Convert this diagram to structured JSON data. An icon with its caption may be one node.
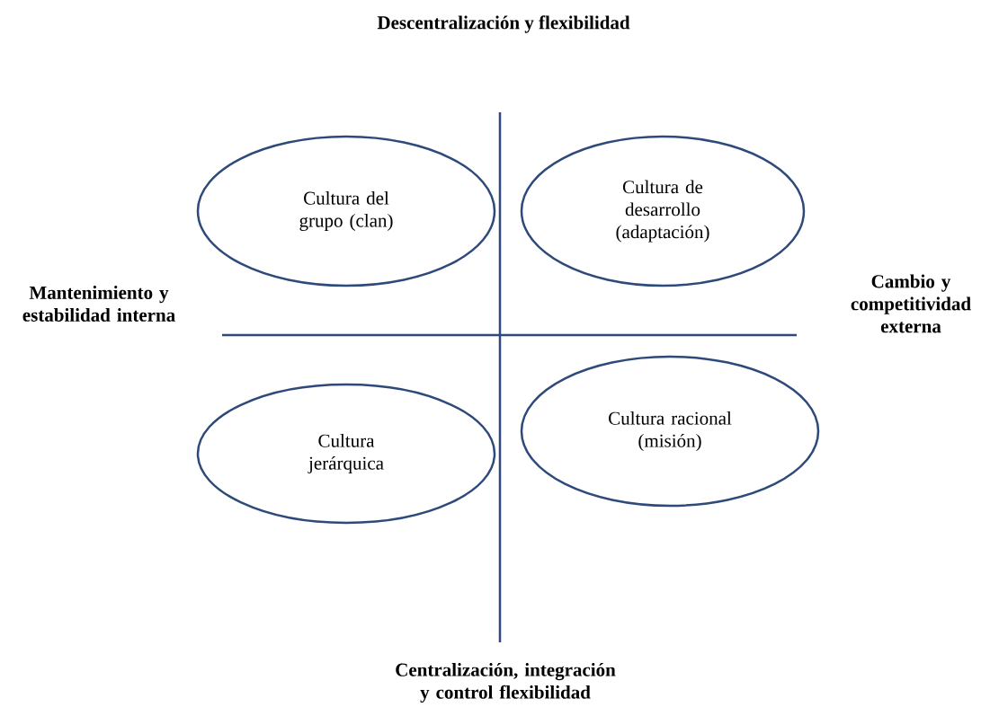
{
  "diagram": {
    "title": "Descentralización y flexibilidad",
    "nodes": [
      {
        "text": [
          "Cultura del grupo (clan)"
        ]
      },
      {
        "text": [
          "Cultura de desarrollo (adaptación)"
        ]
      },
      {
        "text": [
          "Cultura jerárquica"
        ]
      },
      {
        "text": [
          "Cultura racional (misión)"
        ]
      }
    ],
    "labels": [
      "Mantenimiento y estabilidad interna",
      "Cambio y competitividad externa",
      "Centralización, integración y control flexibilidad"
    ]
  }
}
